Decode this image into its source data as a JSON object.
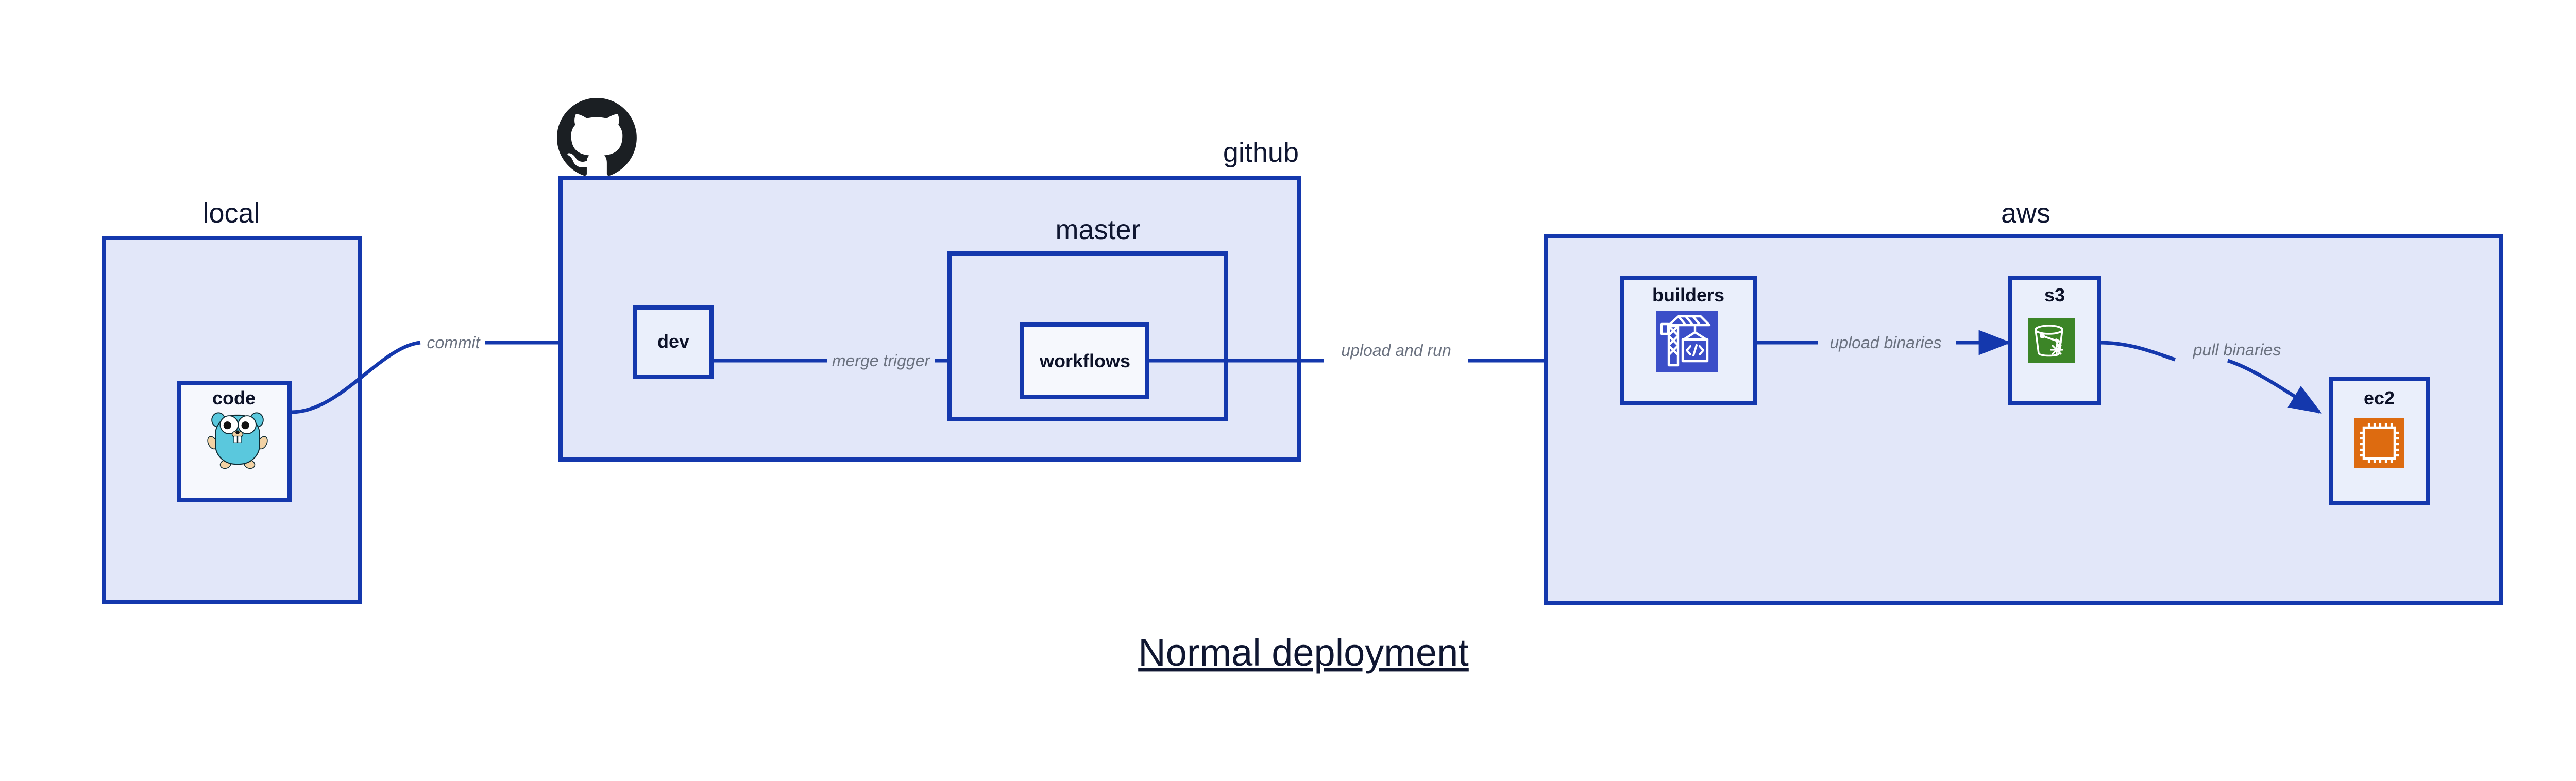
{
  "title": "Normal deployment",
  "groups": [
    {
      "id": "local",
      "label": "local",
      "label_align": "center"
    },
    {
      "id": "github",
      "label": "github",
      "label_align": "right"
    },
    {
      "id": "master",
      "label": "master",
      "label_align": "center"
    },
    {
      "id": "aws",
      "label": "aws",
      "label_align": "center"
    }
  ],
  "nodes": [
    {
      "id": "code",
      "label": "code",
      "icon": "go-gopher-icon"
    },
    {
      "id": "dev",
      "label": "dev",
      "icon": "none"
    },
    {
      "id": "workflows",
      "label": "workflows",
      "icon": "none"
    },
    {
      "id": "builders",
      "label": "builders",
      "icon": "aws-codebuild-crane-icon"
    },
    {
      "id": "s3",
      "label": "s3",
      "icon": "aws-s3-bucket-icon"
    },
    {
      "id": "ec2",
      "label": "ec2",
      "icon": "aws-ec2-chip-icon"
    }
  ],
  "edges": [
    {
      "id": "code-to-dev",
      "label": "commit",
      "from": "code",
      "to": "dev"
    },
    {
      "id": "dev-to-workflows",
      "label": "merge trigger",
      "from": "dev",
      "to": "workflows"
    },
    {
      "id": "workflows-to-builders",
      "label": "upload and run",
      "from": "workflows",
      "to": "builders"
    },
    {
      "id": "builders-to-s3",
      "label": "upload binaries",
      "from": "builders",
      "to": "s3"
    },
    {
      "id": "s3-to-ec2",
      "label": "pull binaries",
      "from": "s3",
      "to": "ec2"
    }
  ],
  "logos": [
    {
      "id": "github-octocat",
      "name": "github-octocat-logo"
    }
  ],
  "colors": {
    "group_fill": "#e2e7f9",
    "node_fill": "#eaeffb",
    "node_fill_light": "#f6f8fd",
    "border": "#1438ad",
    "edge": "#1438ad",
    "edge_label": "#6b7280",
    "text": "#0f1631",
    "builders_icon_bg": "#3b4ec8",
    "s3_icon_bg": "#3c8527",
    "ec2_icon_bg": "#dd6b10",
    "gopher_body": "#5ac8dd",
    "octocat": "#1b1f23"
  }
}
